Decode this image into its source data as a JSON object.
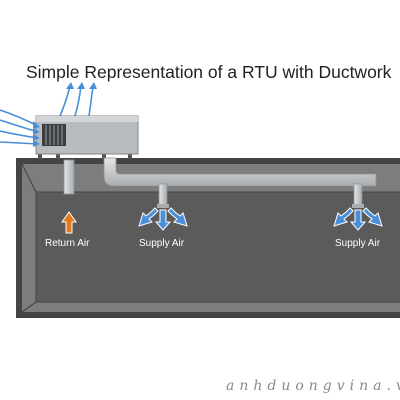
{
  "title": "Simple Representation of a RTU with Ductwork",
  "labels": {
    "return_air": "Return Air",
    "supply_air_1": "Supply Air",
    "supply_air_2": "Supply Air"
  },
  "watermark": "anhduongvina.vn",
  "colors": {
    "building_fill": "#5b5b5b",
    "building_border": "#444444",
    "roof_band": "#7d7d7d",
    "rtu_body": "#b9bcbf",
    "rtu_grille": "#3a3d42",
    "duct": "#cfd2d4",
    "airflow_blue": "#4a90d9",
    "return_arrow": "#e07b1e"
  }
}
